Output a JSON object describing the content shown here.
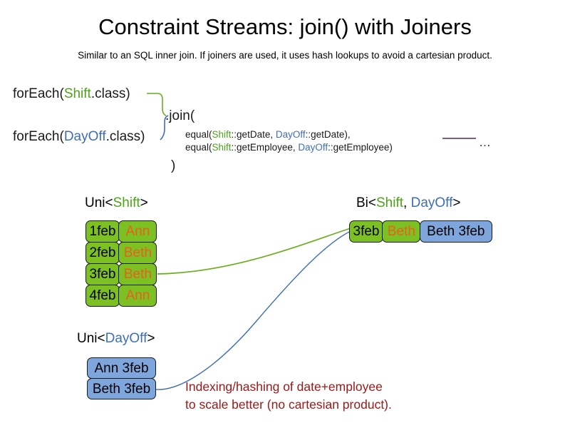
{
  "slide": {
    "title": "Constraint Streams: join() with Joiners",
    "subtitle": "Similar to an SQL inner join. If joiners are used, it uses hash lookups to avoid a cartesian product."
  },
  "colors": {
    "shift_green": "#4ca318",
    "dayoff_blue": "#3f6eb5",
    "box_green": "#7DC023",
    "box_blue": "#7EA6DC",
    "name_orange": "#E8601C",
    "note_red": "#A01818",
    "connector_green": "#6AAE1E",
    "connector_blue": "#3F6EB5",
    "rule_purple": "#6B4A6B"
  },
  "code": {
    "foreach_shift": {
      "prefix": "forEach(",
      "type": "Shift",
      "suffix": ".class)"
    },
    "foreach_dayoff": {
      "prefix": "forEach(",
      "type": "DayOff",
      "suffix": ".class)"
    },
    "join_open": ".join(",
    "join_close": ")",
    "joiner_1": {
      "prefix": "equal(",
      "left_type": "Shift",
      "left_method": "::getDate, ",
      "right_type": "DayOff",
      "right_method": "::getDate),"
    },
    "joiner_2": {
      "prefix": "equal(",
      "left_type": "Shift",
      "left_method": "::getEmployee, ",
      "right_type": "DayOff",
      "right_method": "::getEmployee)"
    },
    "ellipsis": "…"
  },
  "streams": {
    "uni_shift": {
      "header": {
        "prefix": "Uni<",
        "type": "Shift",
        "suffix": ">"
      },
      "rows": [
        {
          "date": "1feb",
          "employee": "Ann"
        },
        {
          "date": "2feb",
          "employee": "Beth"
        },
        {
          "date": "3feb",
          "employee": "Beth"
        },
        {
          "date": "4feb",
          "employee": "Ann"
        }
      ]
    },
    "uni_dayoff": {
      "header": {
        "prefix": "Uni<",
        "type": "DayOff",
        "suffix": ">"
      },
      "rows": [
        {
          "pair": "Ann 3feb"
        },
        {
          "pair": "Beth 3feb"
        }
      ]
    },
    "bi": {
      "header": {
        "prefix": "Bi<",
        "type_a": "Shift",
        "separator": ", ",
        "type_b": "DayOff",
        "suffix": ">"
      },
      "rows": [
        {
          "date": "3feb",
          "employee": "Beth",
          "pair": "Beth 3feb"
        }
      ]
    }
  },
  "note": {
    "line1": "Indexing/hashing of date+employee",
    "line2": "to scale better (no cartesian product)."
  }
}
